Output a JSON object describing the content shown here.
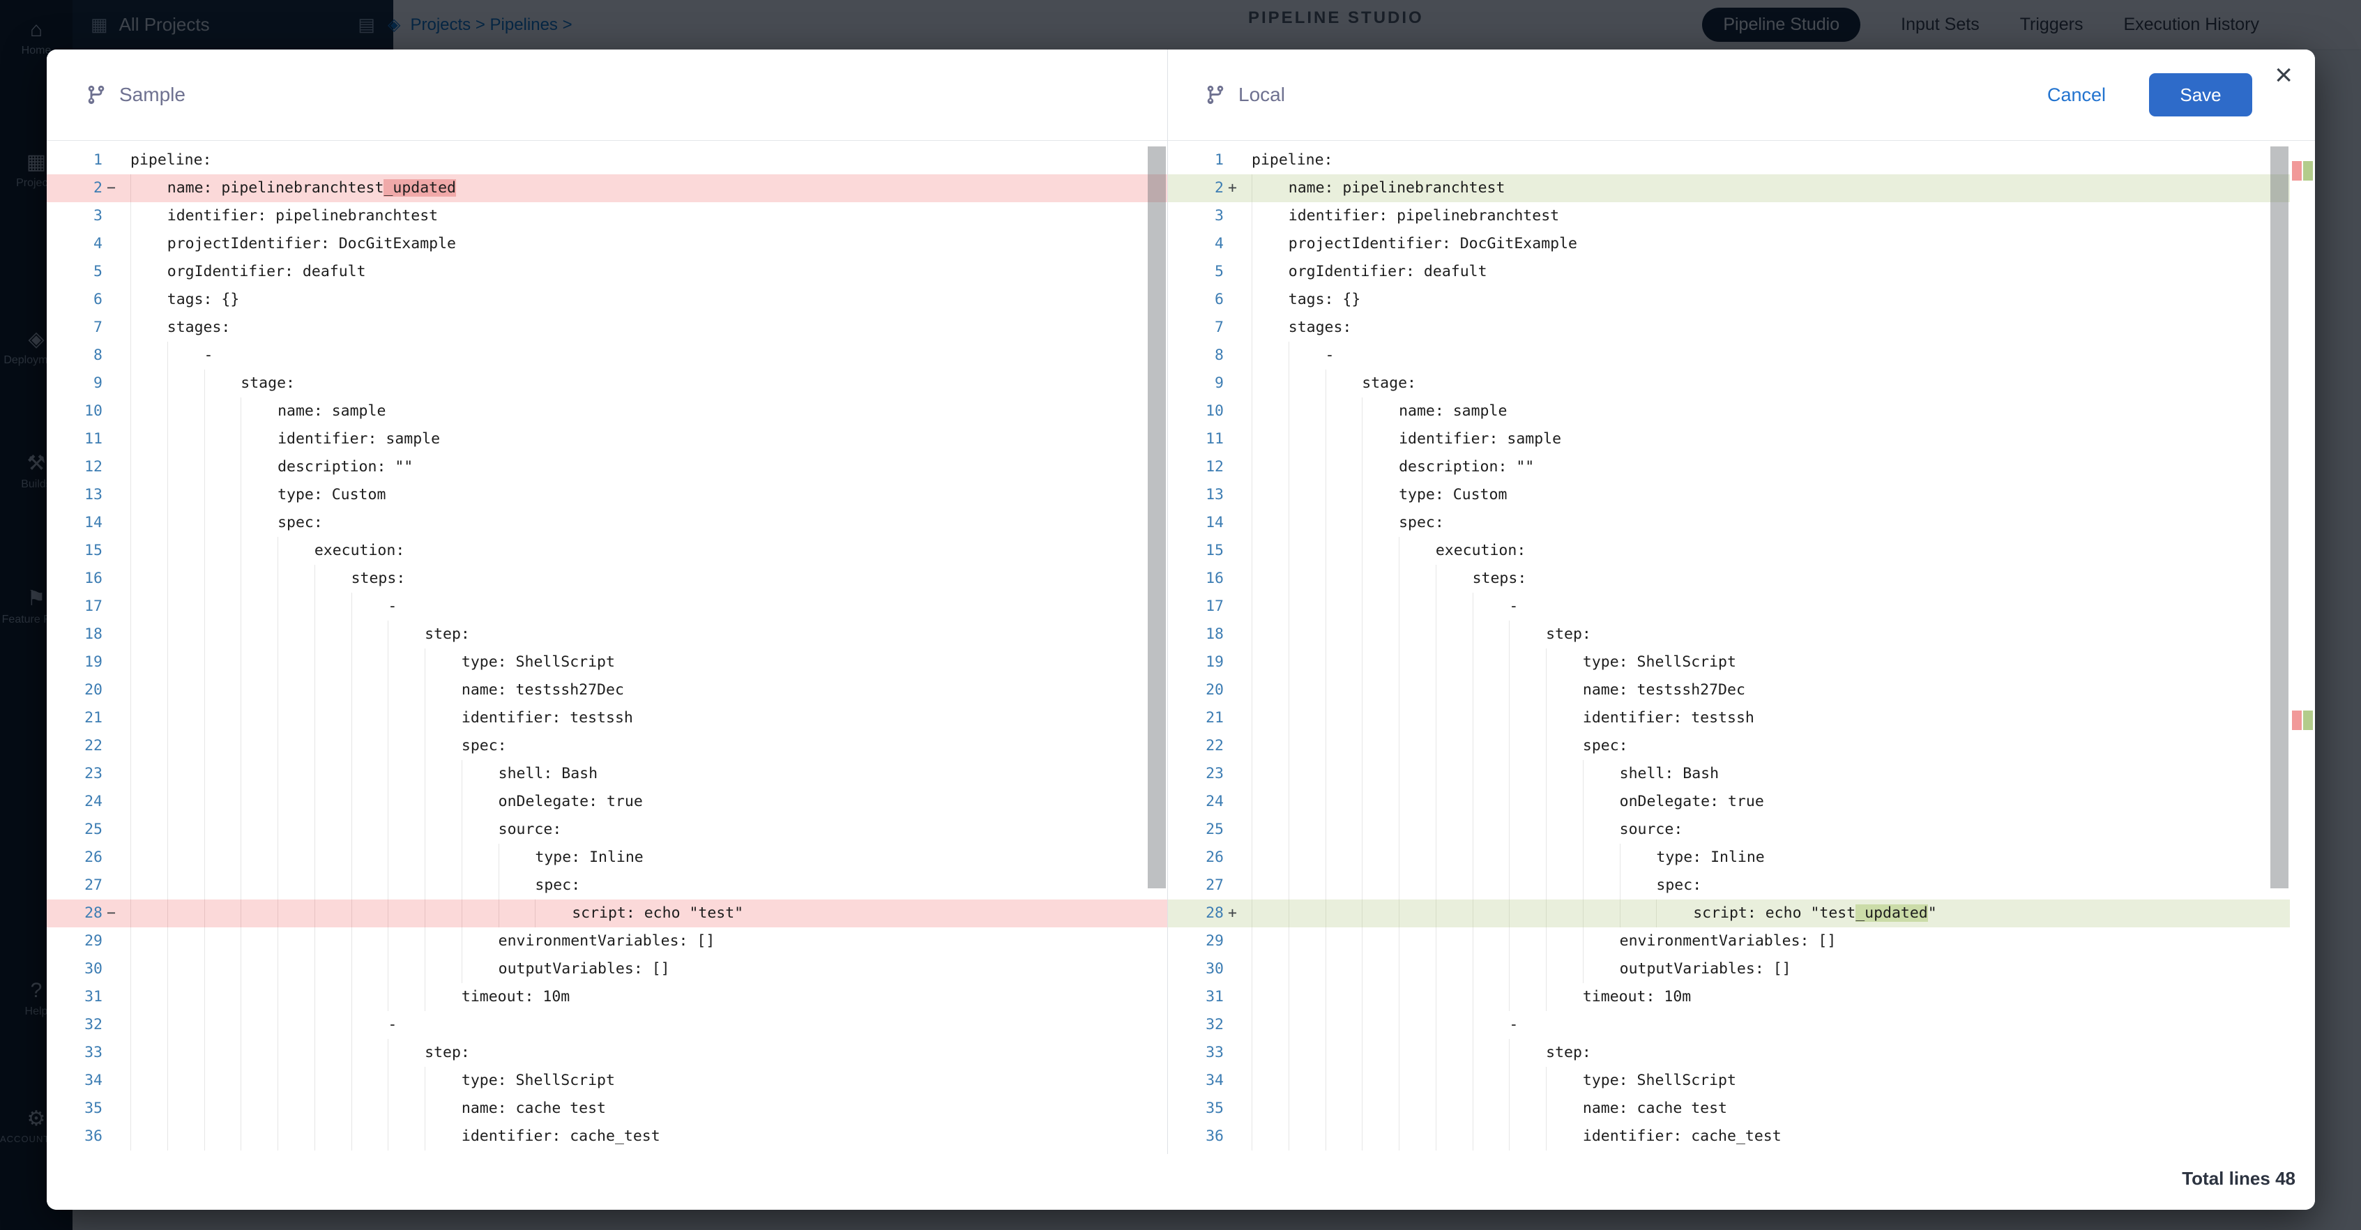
{
  "app": {
    "topbar": {
      "project_selector": {
        "label": "All Projects"
      },
      "breadcrumb": "Projects > Pipelines >",
      "page_title": "PIPELINE STUDIO",
      "tabs": [
        {
          "label": "Pipeline Studio",
          "active": true
        },
        {
          "label": "Input Sets",
          "active": false
        },
        {
          "label": "Triggers",
          "active": false
        },
        {
          "label": "Execution History",
          "active": false
        }
      ]
    },
    "sidebar": {
      "items": [
        {
          "id": "home",
          "label": "Home"
        },
        {
          "id": "projects",
          "label": "Projects"
        },
        {
          "id": "deployments",
          "label": "Deployments"
        },
        {
          "id": "builds",
          "label": "Builds"
        },
        {
          "id": "feature-flags",
          "label": "Feature Flags"
        },
        {
          "id": "help",
          "label": "Help"
        },
        {
          "id": "account-settings",
          "label": "ACCOUNT SETTINGS"
        }
      ]
    }
  },
  "modal": {
    "left_title": "Sample",
    "right_title": "Local",
    "cancel_label": "Cancel",
    "save_label": "Save",
    "close_glyph": "×",
    "footer_total": "Total lines 48"
  },
  "colors": {
    "accent_blue": "#2273cf",
    "save_button": "#2e6bc9",
    "removed_line_bg": "#fbd9d9",
    "removed_word_bg": "#f0a9a9",
    "added_line_bg": "#e9efdc",
    "added_word_bg": "#cbdca8",
    "line_number": "#3d7db3"
  },
  "diff": {
    "total_lines": 48,
    "lines": [
      {
        "n": 1,
        "i": 0,
        "t": "pipeline:"
      },
      {
        "n": 2,
        "i": 1,
        "left": {
          "c": "del",
          "p": [
            {
              "t": "name: pipelinebranchtest"
            },
            {
              "t": "_updated",
              "h": true
            }
          ]
        },
        "right": {
          "c": "add",
          "p": [
            {
              "t": "name: pipelinebranchtest"
            }
          ]
        }
      },
      {
        "n": 3,
        "i": 1,
        "t": "identifier: pipelinebranchtest"
      },
      {
        "n": 4,
        "i": 1,
        "t": "projectIdentifier: DocGitExample"
      },
      {
        "n": 5,
        "i": 1,
        "t": "orgIdentifier: deafult"
      },
      {
        "n": 6,
        "i": 1,
        "t": "tags: {}"
      },
      {
        "n": 7,
        "i": 1,
        "t": "stages:"
      },
      {
        "n": 8,
        "i": 2,
        "t": "-"
      },
      {
        "n": 9,
        "i": 3,
        "t": "stage:"
      },
      {
        "n": 10,
        "i": 4,
        "t": "name: sample"
      },
      {
        "n": 11,
        "i": 4,
        "t": "identifier: sample"
      },
      {
        "n": 12,
        "i": 4,
        "t": "description: \"\""
      },
      {
        "n": 13,
        "i": 4,
        "t": "type: Custom"
      },
      {
        "n": 14,
        "i": 4,
        "t": "spec:"
      },
      {
        "n": 15,
        "i": 5,
        "t": "execution:"
      },
      {
        "n": 16,
        "i": 6,
        "t": "steps:"
      },
      {
        "n": 17,
        "i": 7,
        "t": "-"
      },
      {
        "n": 18,
        "i": 8,
        "t": "step:"
      },
      {
        "n": 19,
        "i": 9,
        "t": "type: ShellScript"
      },
      {
        "n": 20,
        "i": 9,
        "t": "name: testssh27Dec"
      },
      {
        "n": 21,
        "i": 9,
        "t": "identifier: testssh"
      },
      {
        "n": 22,
        "i": 9,
        "t": "spec:"
      },
      {
        "n": 23,
        "i": 10,
        "t": "shell: Bash"
      },
      {
        "n": 24,
        "i": 10,
        "t": "onDelegate: true"
      },
      {
        "n": 25,
        "i": 10,
        "t": "source:"
      },
      {
        "n": 26,
        "i": 11,
        "t": "type: Inline"
      },
      {
        "n": 27,
        "i": 11,
        "t": "spec:"
      },
      {
        "n": 28,
        "i": 12,
        "left": {
          "c": "del",
          "p": [
            {
              "t": "script: echo \"test\""
            }
          ]
        },
        "right": {
          "c": "add",
          "p": [
            {
              "t": "script: echo \"test"
            },
            {
              "t": "_updated",
              "h": true
            },
            {
              "t": "\""
            }
          ]
        }
      },
      {
        "n": 29,
        "i": 10,
        "t": "environmentVariables: []"
      },
      {
        "n": 30,
        "i": 10,
        "t": "outputVariables: []"
      },
      {
        "n": 31,
        "i": 9,
        "t": "timeout: 10m"
      },
      {
        "n": 32,
        "i": 7,
        "t": "-"
      },
      {
        "n": 33,
        "i": 8,
        "t": "step:"
      },
      {
        "n": 34,
        "i": 9,
        "t": "type: ShellScript"
      },
      {
        "n": 35,
        "i": 9,
        "t": "name: cache test"
      },
      {
        "n": 36,
        "i": 9,
        "t": "identifier: cache_test"
      }
    ]
  }
}
